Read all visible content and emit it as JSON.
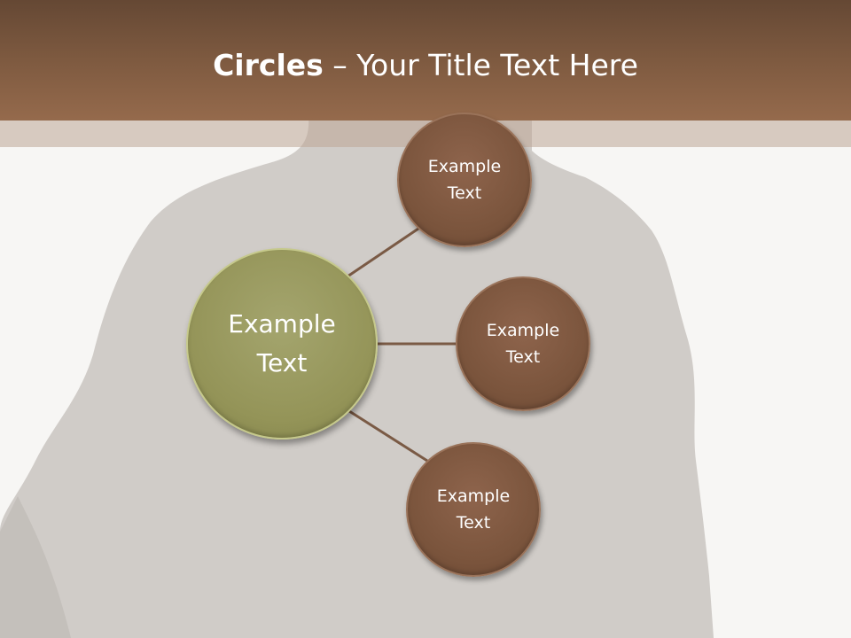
{
  "title": {
    "bold": "Circles",
    "rest": " – Your Title Text Here"
  },
  "diagram": {
    "center": {
      "label": "Example Text",
      "color": "#97985e"
    },
    "nodes": [
      {
        "label": "Example Text",
        "color": "#7a543c"
      },
      {
        "label": "Example Text",
        "color": "#7a543c"
      },
      {
        "label": "Example Text",
        "color": "#7a543c"
      }
    ],
    "connector_color": "#7a5a45"
  },
  "theme": {
    "header_color": "#7e5a40",
    "background_color": "#f7f6f4"
  }
}
